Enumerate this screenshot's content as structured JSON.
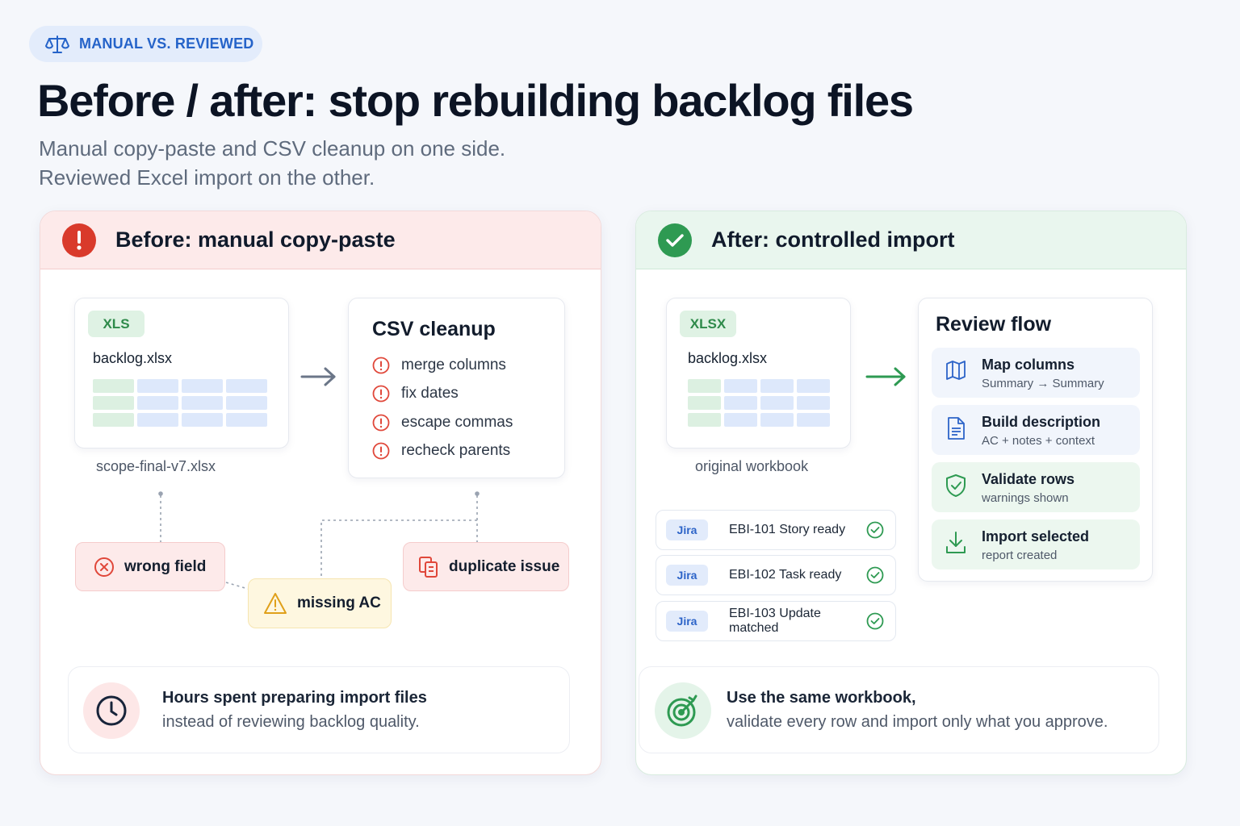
{
  "badge": {
    "icon": "scale-icon",
    "label": "MANUAL VS. REVIEWED"
  },
  "title": "Before / after: stop rebuilding backlog files",
  "subtitle": {
    "line1": "Manual copy-paste and CSV cleanup on one side.",
    "line2": "Reviewed Excel import on the other."
  },
  "before": {
    "header": {
      "icon": "alert-icon",
      "title": "Before: manual copy-paste"
    },
    "file_card": {
      "tag": "XLS",
      "filename": "backlog.xlsx",
      "caption": "scope-final-v7.xlsx"
    },
    "csv": {
      "title": "CSV cleanup",
      "items": [
        "merge columns",
        "fix dates",
        "escape commas",
        "recheck parents"
      ]
    },
    "issues": {
      "wrong_field": "wrong field",
      "missing_ac": "missing AC",
      "duplicate": "duplicate issue"
    },
    "bottom": {
      "line1": "Hours spent preparing import files",
      "line2": "instead of reviewing backlog quality."
    },
    "colors": {
      "accent": "#d93a2b",
      "header_bg": "#fdeaea"
    }
  },
  "after": {
    "header": {
      "icon": "check-circle-icon",
      "title": "After: controlled import"
    },
    "file_card": {
      "tag": "XLSX",
      "filename": "backlog.xlsx",
      "caption": "original workbook"
    },
    "jira_rows": [
      {
        "tag": "Jira",
        "text": "EBI-101 Story ready"
      },
      {
        "tag": "Jira",
        "text": "EBI-102 Task ready"
      },
      {
        "tag": "Jira",
        "text": "EBI-103 Update matched"
      }
    ],
    "review": {
      "title": "Review flow",
      "steps": [
        {
          "icon": "map-icon",
          "title": "Map columns",
          "sub": "Summary → Summary"
        },
        {
          "icon": "document-icon",
          "title": "Build description",
          "sub": "AC + notes + context"
        },
        {
          "icon": "shield-check-icon",
          "title": "Validate rows",
          "sub": "warnings shown"
        },
        {
          "icon": "download-icon",
          "title": "Import selected",
          "sub": "report created"
        }
      ]
    },
    "bottom": {
      "line1": "Use the same workbook,",
      "line2": "validate every row and import only what you approve."
    },
    "colors": {
      "accent": "#2e9a52",
      "header_bg": "#e9f6ee"
    }
  }
}
